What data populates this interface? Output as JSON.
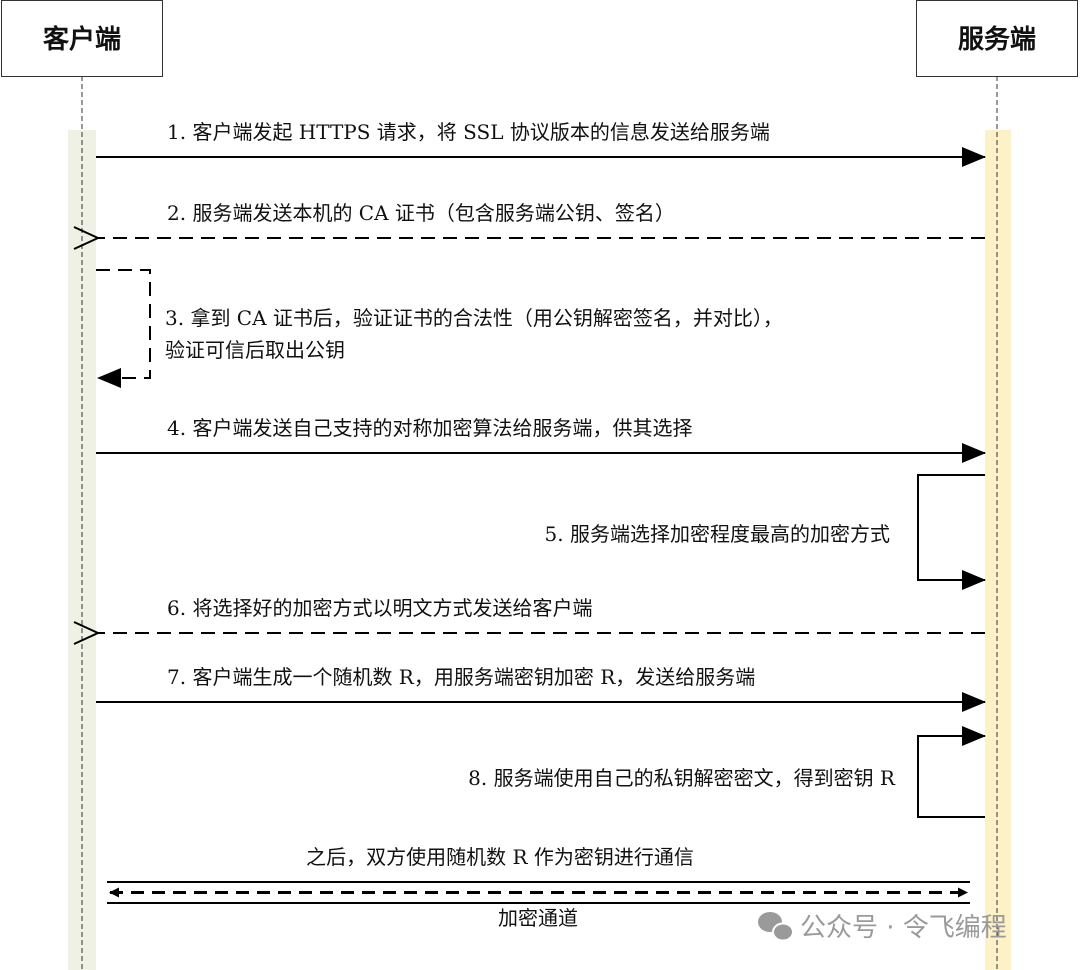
{
  "participants": {
    "client": "客户端",
    "server": "服务端"
  },
  "colors": {
    "client_activation": "#eef1e3",
    "server_activation": "#fdf1c8",
    "line": "#000000"
  },
  "messages": [
    {
      "text": "1. 客户端发起 HTTPS 请求，将 SSL 协议版本的信息发送给服务端"
    },
    {
      "text": "2. 服务端发送本机的 CA 证书（包含服务端公钥、签名）"
    },
    {
      "text": "3. 拿到 CA 证书后，验证证书的合法性（用公钥解密签名，并对比），",
      "text2": "验证可信后取出公钥"
    },
    {
      "text": "4. 客户端发送自己支持的对称加密算法给服务端，供其选择"
    },
    {
      "text": "5. 服务端选择加密程度最高的加密方式"
    },
    {
      "text": "6. 将选择好的加密方式以明文方式发送给客户端"
    },
    {
      "text": "7. 客户端生成一个随机数 R，用服务端密钥加密 R，发送给服务端"
    },
    {
      "text": "8. 服务端使用自己的私钥解密密文，得到密钥 R"
    }
  ],
  "channel": {
    "above": "之后，双方使用随机数 R 作为密钥进行通信",
    "below": "加密通道"
  },
  "watermark": "公众号 · 令飞编程"
}
